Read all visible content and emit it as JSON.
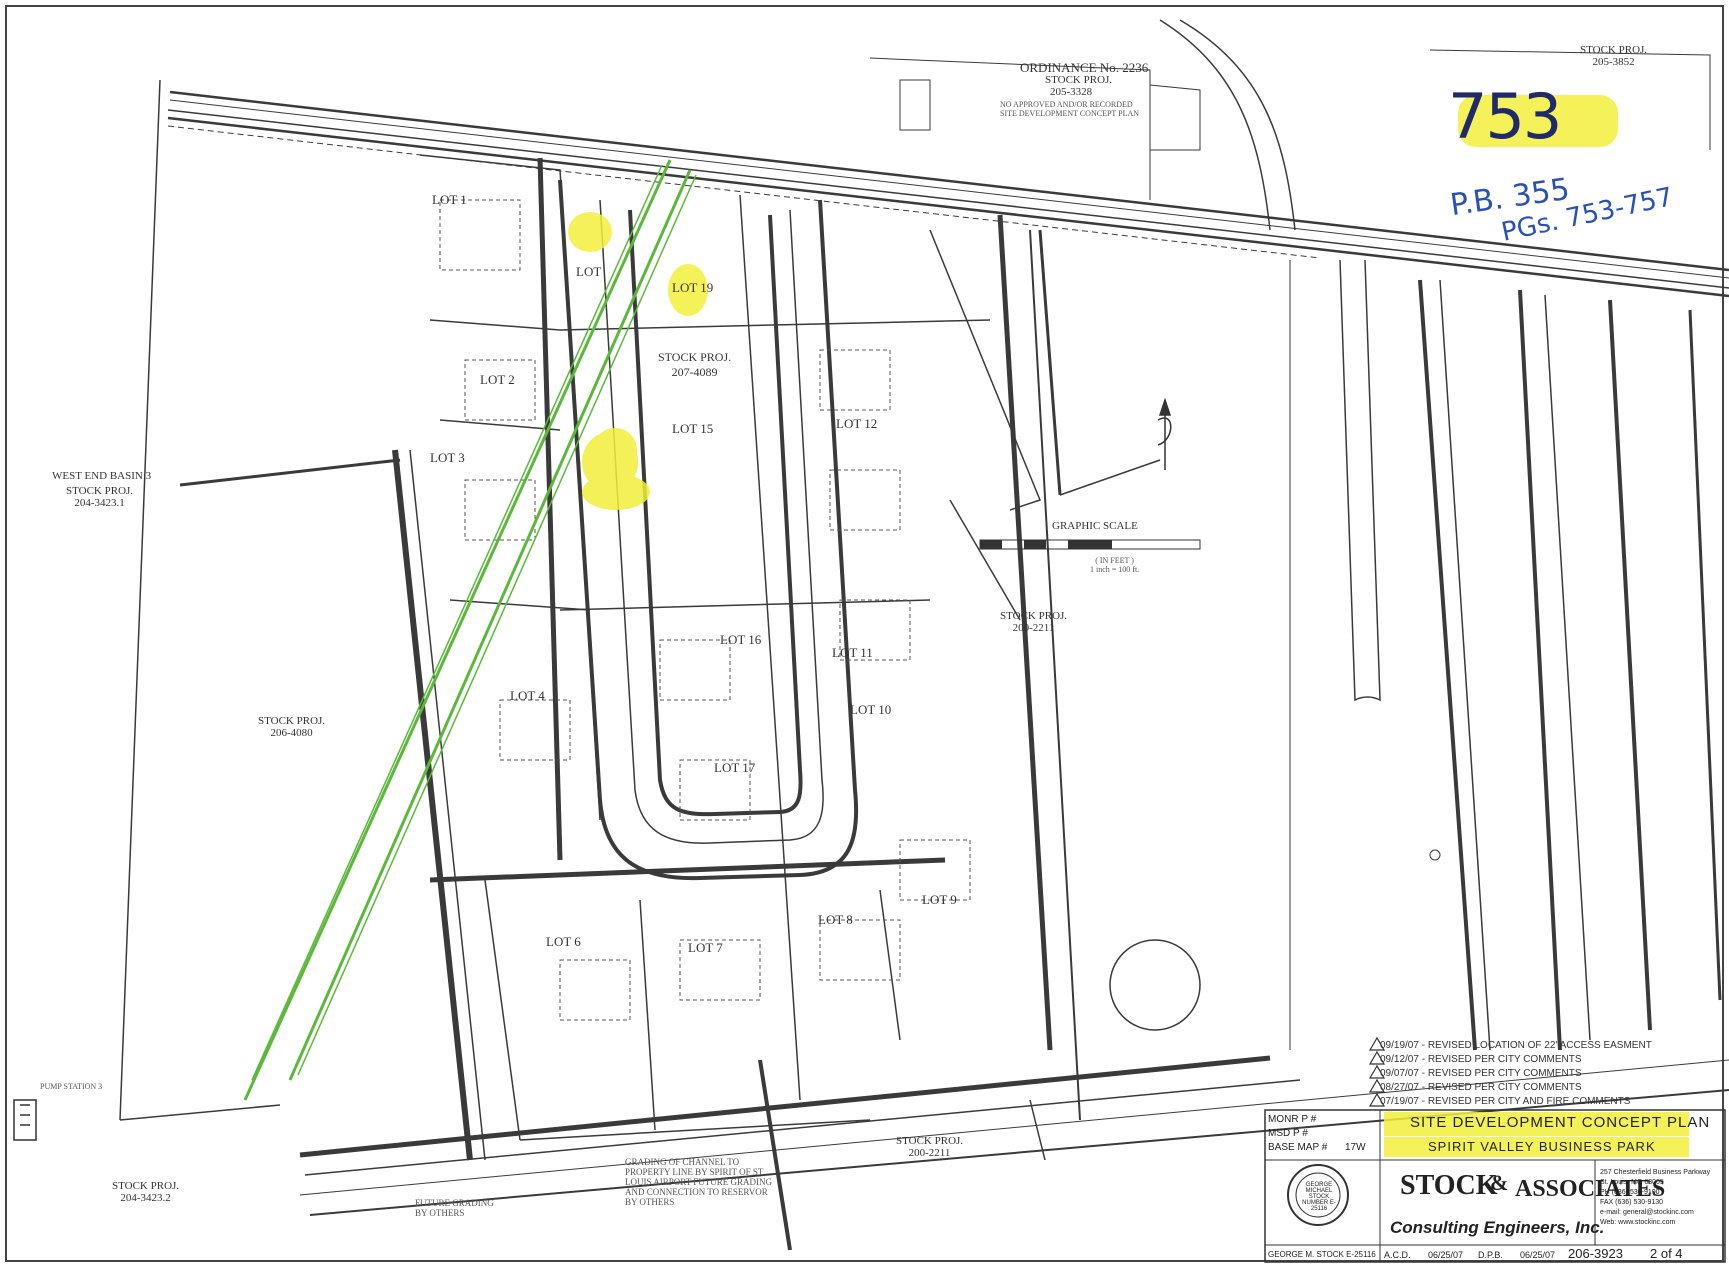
{
  "header_labels": {
    "stock_proj_205_3852": "STOCK PROJ.\n205-3852",
    "ordinance_line1": "ORDINANCE No. 2236",
    "ordinance_line2": "STOCK PROJ.",
    "ordinance_line3": "205-3328",
    "ordinance_note": "NO APPROVED AND/OR RECORDED SITE DEVELOPMENT CONCEPT PLAN",
    "west_end_basin": "WEST END BASIN 3",
    "stock_proj_204_3423_1": "STOCK PROJ.\n204-3423.1",
    "stock_proj_206_4080": "STOCK PROJ.\n206-4080",
    "stock_proj_207_4089": "STOCK PROJ.\n207-4089",
    "stock_proj_200_2211_a": "STOCK PROJ.\n200-2211",
    "stock_proj_200_2211_b": "STOCK PROJ.\n200-2211",
    "stock_proj_204_3423_2": "STOCK PROJ.\n204-3423.2",
    "graphic_scale": "GRAPHIC SCALE",
    "scale_note": "( IN FEET )\n1 inch = 100 ft.",
    "grading_note": "GRADING OF CHANNEL TO PROPERTY LINE BY SPIRIT OF ST. LOUIS AIRPORT FUTURE GRADING AND CONNECTION TO RESERVOR BY OTHERS",
    "future_grading": "FUTURE GRADING\nBY OTHERS",
    "pump_station": "PUMP STATION 3"
  },
  "lots": [
    {
      "label": "LOT 1"
    },
    {
      "label": "LOT 2"
    },
    {
      "label": "LOT 3"
    },
    {
      "label": "LOT 4"
    },
    {
      "label": "LOT 6"
    },
    {
      "label": "LOT 7"
    },
    {
      "label": "LOT 8"
    },
    {
      "label": "LOT 9"
    },
    {
      "label": "LOT 10"
    },
    {
      "label": "LOT 11"
    },
    {
      "label": "LOT 12"
    },
    {
      "label": "LOT 15"
    },
    {
      "label": "LOT 16"
    },
    {
      "label": "LOT 17"
    },
    {
      "label": "LOT 19"
    },
    {
      "label": "LOT"
    }
  ],
  "handwritten": {
    "page_number": "753",
    "plat_book": "P.B. 355",
    "pages": "PGs. 753-757"
  },
  "revisions": [
    "09/19/07 - REVISED LOCATION OF 22' ACCESS EASMENT",
    "09/12/07 - REVISED PER CITY COMMENTS",
    "09/07/07 - REVISED PER CITY COMMENTS",
    "08/27/07 - REVISED PER CITY COMMENTS",
    "07/19/07 - REVISED PER CITY AND FIRE COMMENTS"
  ],
  "title_block": {
    "monr_label": "MONR P #",
    "msd_label": "MSD P #",
    "base_map_label": "BASE MAP #",
    "base_map_value": "17W",
    "sheet_title": "SITE DEVELOPMENT CONCEPT PLAN",
    "project_name": "SPIRIT VALLEY BUSINESS PARK",
    "firm_name_1": "STOCK",
    "firm_amp": "&",
    "firm_name_2": "ASSOCIATES",
    "firm_subtitle": "Consulting Engineers, Inc.",
    "firm_address": "257 Chesterfield Business Parkway\nSt. Louis, MO 63005\nPH (636) 530-9100\nFAX (636) 530-9130\ne-mail: general@stockinc.com\nWeb: www.stockinc.com",
    "seal_text": "GEORGE MICHAEL STOCK NUMBER E-25116",
    "engineer": "GEORGE M. STOCK  E-25116",
    "drawn_by": "A.C.D.",
    "date_1": "06/25/07",
    "checked_by": "D.P.B.",
    "date_2": "06/25/07",
    "job_number": "206-3923",
    "sheet_of": "2 of 4"
  },
  "colors": {
    "highlight_yellow": "#f3ef3c",
    "easement_green": "#5cb83a",
    "ink_blue": "#2850b8",
    "linework": "#3a3a3a"
  }
}
